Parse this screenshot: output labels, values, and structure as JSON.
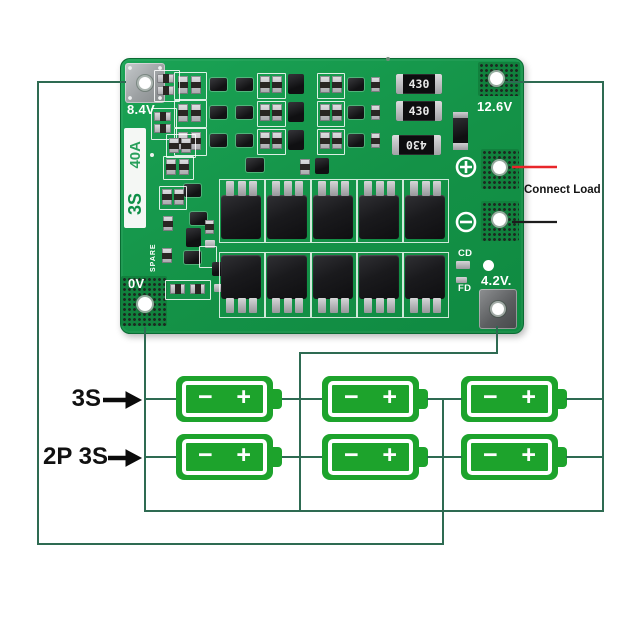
{
  "board": {
    "pad_labels": {
      "b2": "8.4V",
      "b_plus": "12.6V",
      "b_minus": "0V",
      "b1": "4.2V."
    },
    "markings": {
      "cd": "CD",
      "fd": "FD",
      "spare": "SPARE",
      "strip_current": "40A",
      "strip_cells": "3S"
    },
    "resistor_codes": [
      "430",
      "430",
      "430"
    ],
    "colors": {
      "pcb_green": "#149247",
      "battery_green": "#1da32c",
      "wire": "#2e6b52",
      "pointer_red": "#e8262a",
      "pointer_black": "#1c1c1c",
      "silkscreen": "#ffffff"
    }
  },
  "annotations": {
    "connect_load": "Connect Load",
    "pack_row1": "3S",
    "pack_row2": "2P 3S"
  },
  "battery_symbols": {
    "minus": "−",
    "plus": "+"
  }
}
